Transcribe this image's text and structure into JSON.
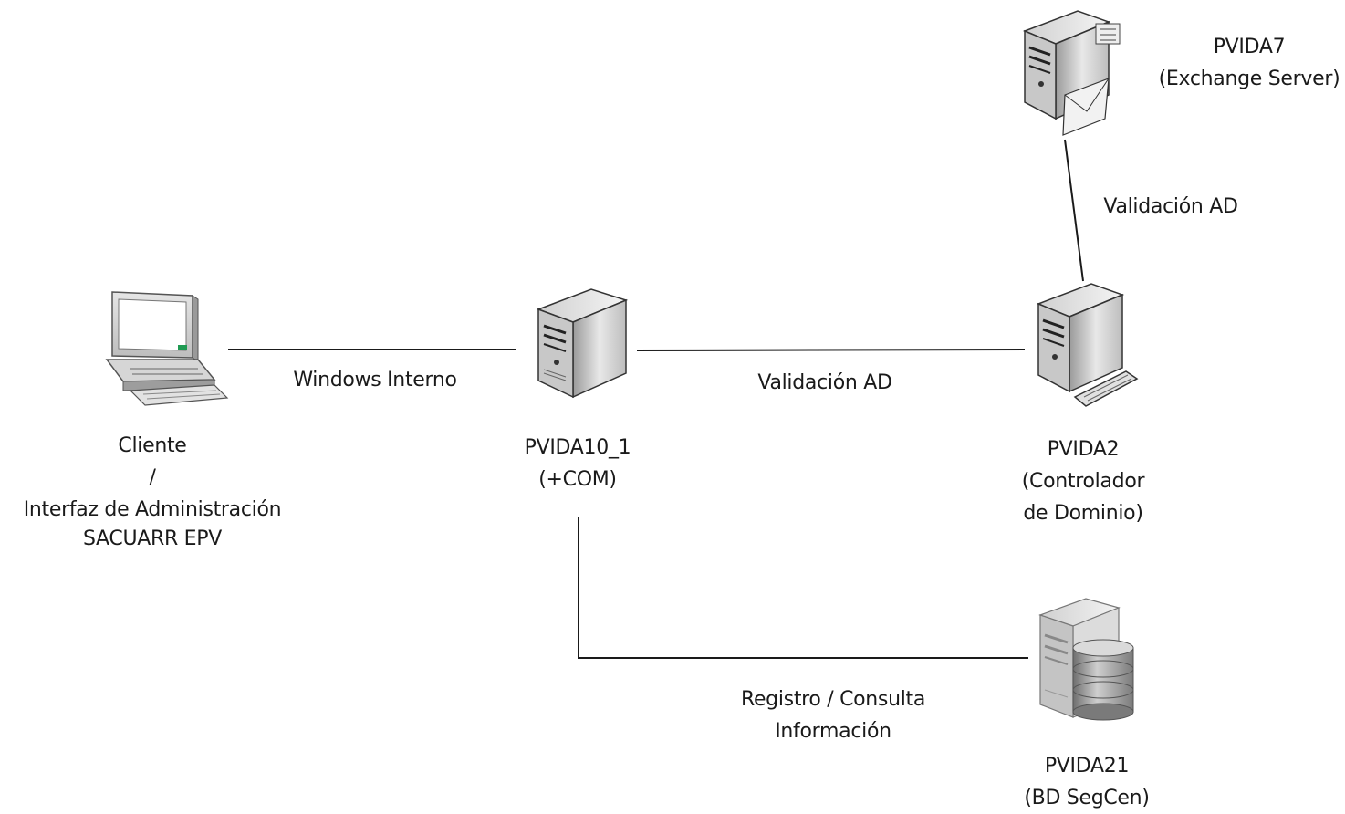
{
  "nodes": {
    "cliente": {
      "lines": [
        "Cliente",
        "/",
        "Interfaz de Administración",
        "SACUARR EPV"
      ]
    },
    "pvida10": {
      "lines": [
        "PVIDA10_1",
        "(+COM)"
      ]
    },
    "pvida2": {
      "lines": [
        "PVIDA2",
        "(Controlador",
        "de Dominio)"
      ]
    },
    "pvida7": {
      "lines": [
        "PVIDA7",
        "(Exchange Server)"
      ]
    },
    "pvida21": {
      "lines": [
        "PVIDA21",
        "(BD SegCen)"
      ]
    }
  },
  "connections": {
    "cliente_pvida10": {
      "label": "Windows Interno"
    },
    "pvida10_pvida2": {
      "label": "Validación AD"
    },
    "pvida2_pvida7": {
      "label": "Validación AD"
    },
    "pvida10_pvida21": {
      "lines": [
        "Registro / Consulta",
        "Información"
      ]
    }
  },
  "icons": {
    "cliente": "desktop-computer-icon",
    "pvida10": "server-icon",
    "pvida2": "domain-controller-server-icon",
    "pvida7": "mail-server-icon",
    "pvida21": "database-server-icon"
  }
}
